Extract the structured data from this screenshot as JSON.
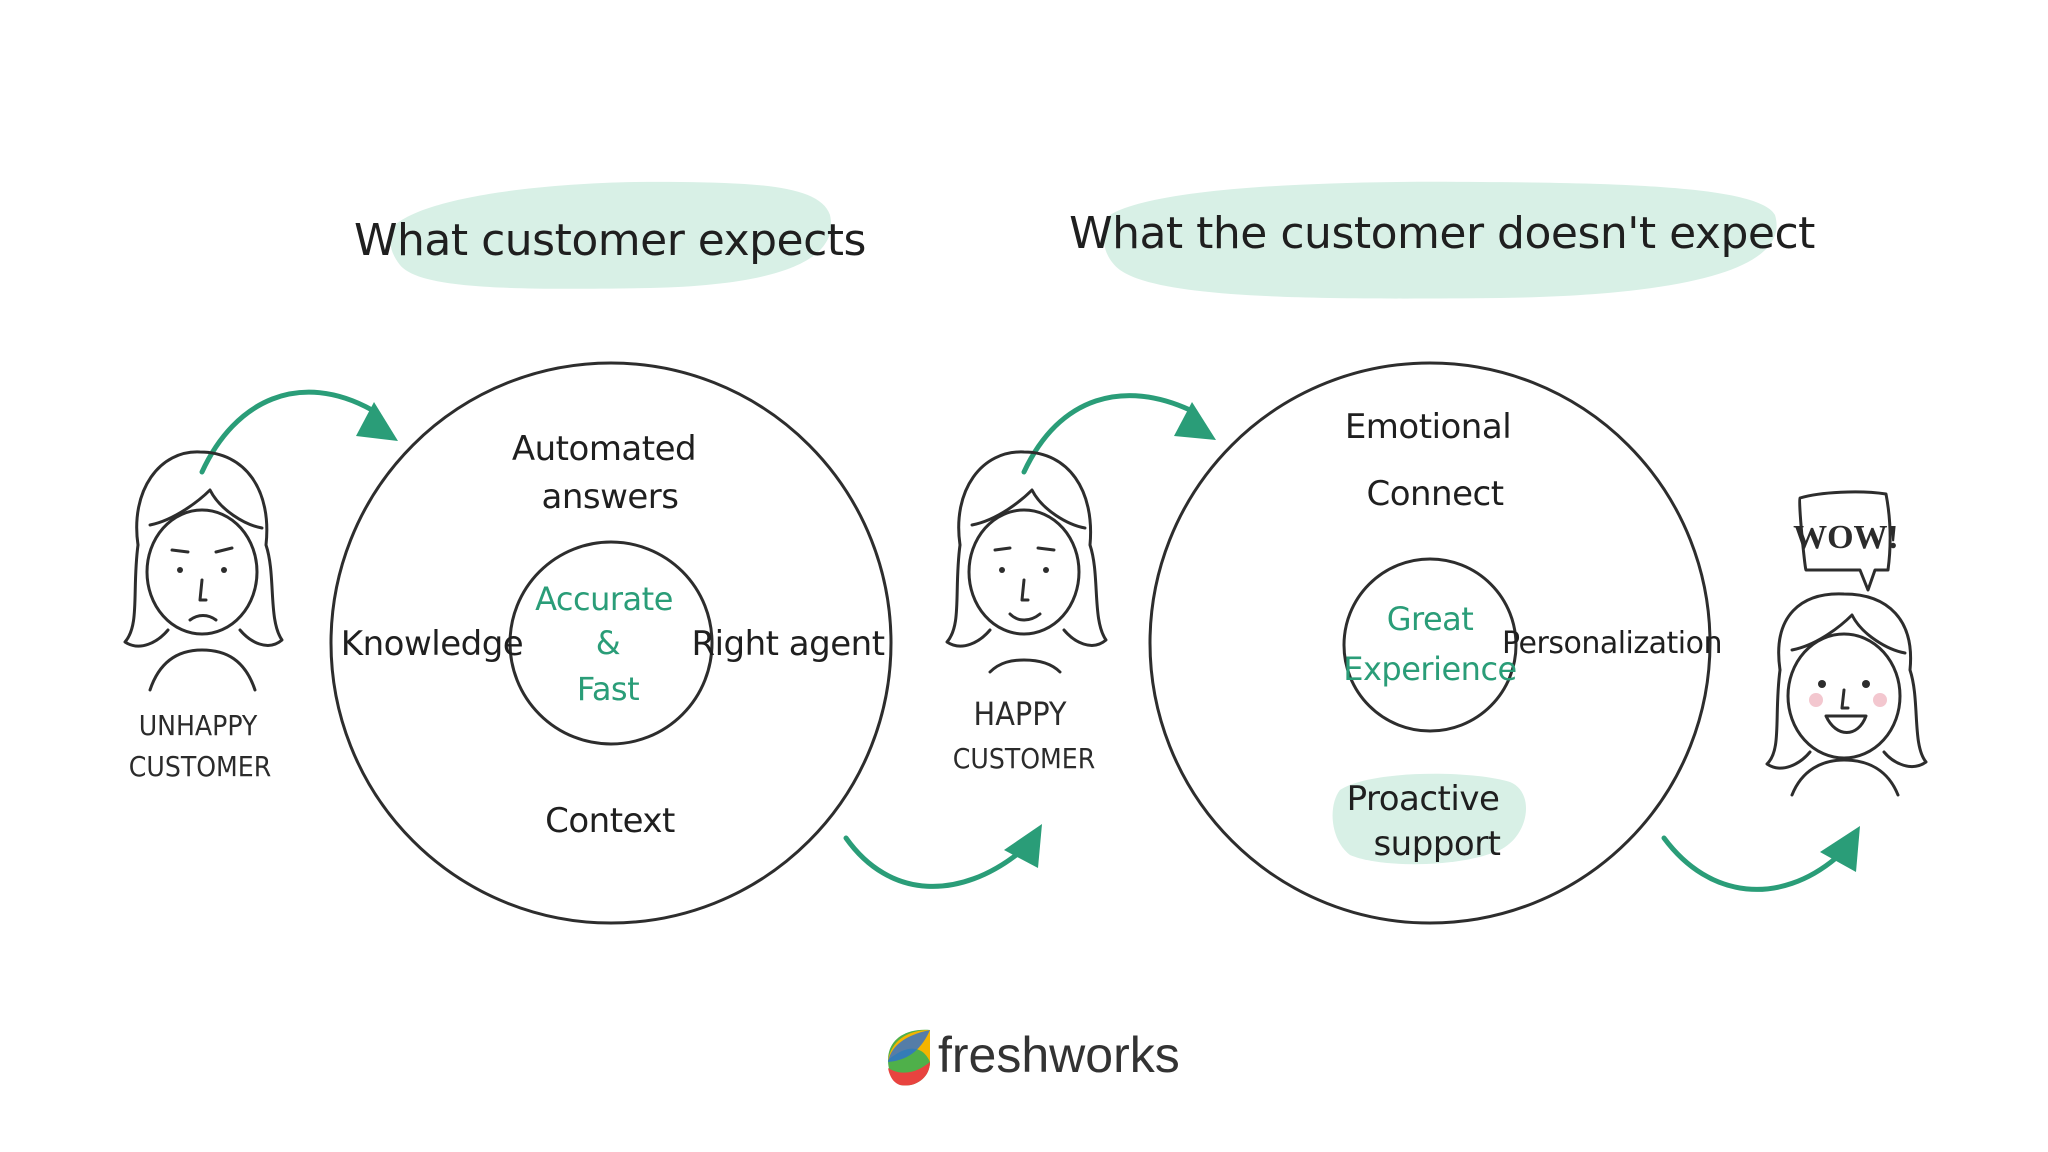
{
  "headings": {
    "left": "What customer expects",
    "right": "What the customer doesn't expect"
  },
  "left_circle": {
    "top": "Automated",
    "top2": "answers",
    "left": "Knowledge",
    "right": "Right agent",
    "bottom": "Context",
    "inner_line1": "Accurate",
    "inner_line2": "&",
    "inner_line3": "Fast"
  },
  "right_circle": {
    "top": "Emotional",
    "top2": "Connect",
    "right": "Personalization",
    "bottom": "Proactive",
    "bottom2": "support",
    "inner_line1": "Great",
    "inner_line2": "Experience"
  },
  "customers": {
    "unhappy_line1": "UNHAPPY",
    "unhappy_line2": "CUSTOMER",
    "happy_line1": "HAPPY",
    "happy_line2": "CUSTOMER",
    "speech": "WOW!"
  },
  "brand": {
    "name": "freshworks"
  },
  "colors": {
    "accent_green": "#2a9d78",
    "highlight_green": "#d8f0e6",
    "ink": "#2d2d2d"
  }
}
